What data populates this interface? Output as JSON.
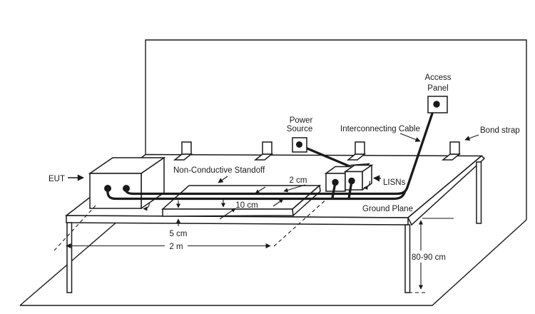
{
  "diagram": {
    "labels": {
      "eut": "EUT",
      "non_conductive_standoff": "Non-Conductive Standoff",
      "power_source_line1": "Power",
      "power_source_line2": "Source",
      "interconnecting_cable": "Interconnecting Cable",
      "access_panel_line1": "Access",
      "access_panel_line2": "Panel",
      "bond_strap": "Bond strap",
      "lisns": "LISNs",
      "ground_plane": "Ground Plane"
    },
    "dimensions": {
      "cable_to_edge": "2 cm",
      "standoff_width": "10 cm",
      "standoff_height": "5 cm",
      "cable_run_length": "2 m",
      "table_height": "80-90 cm"
    },
    "colors": {
      "line": "#1a1a1a",
      "background": "#ffffff"
    }
  }
}
